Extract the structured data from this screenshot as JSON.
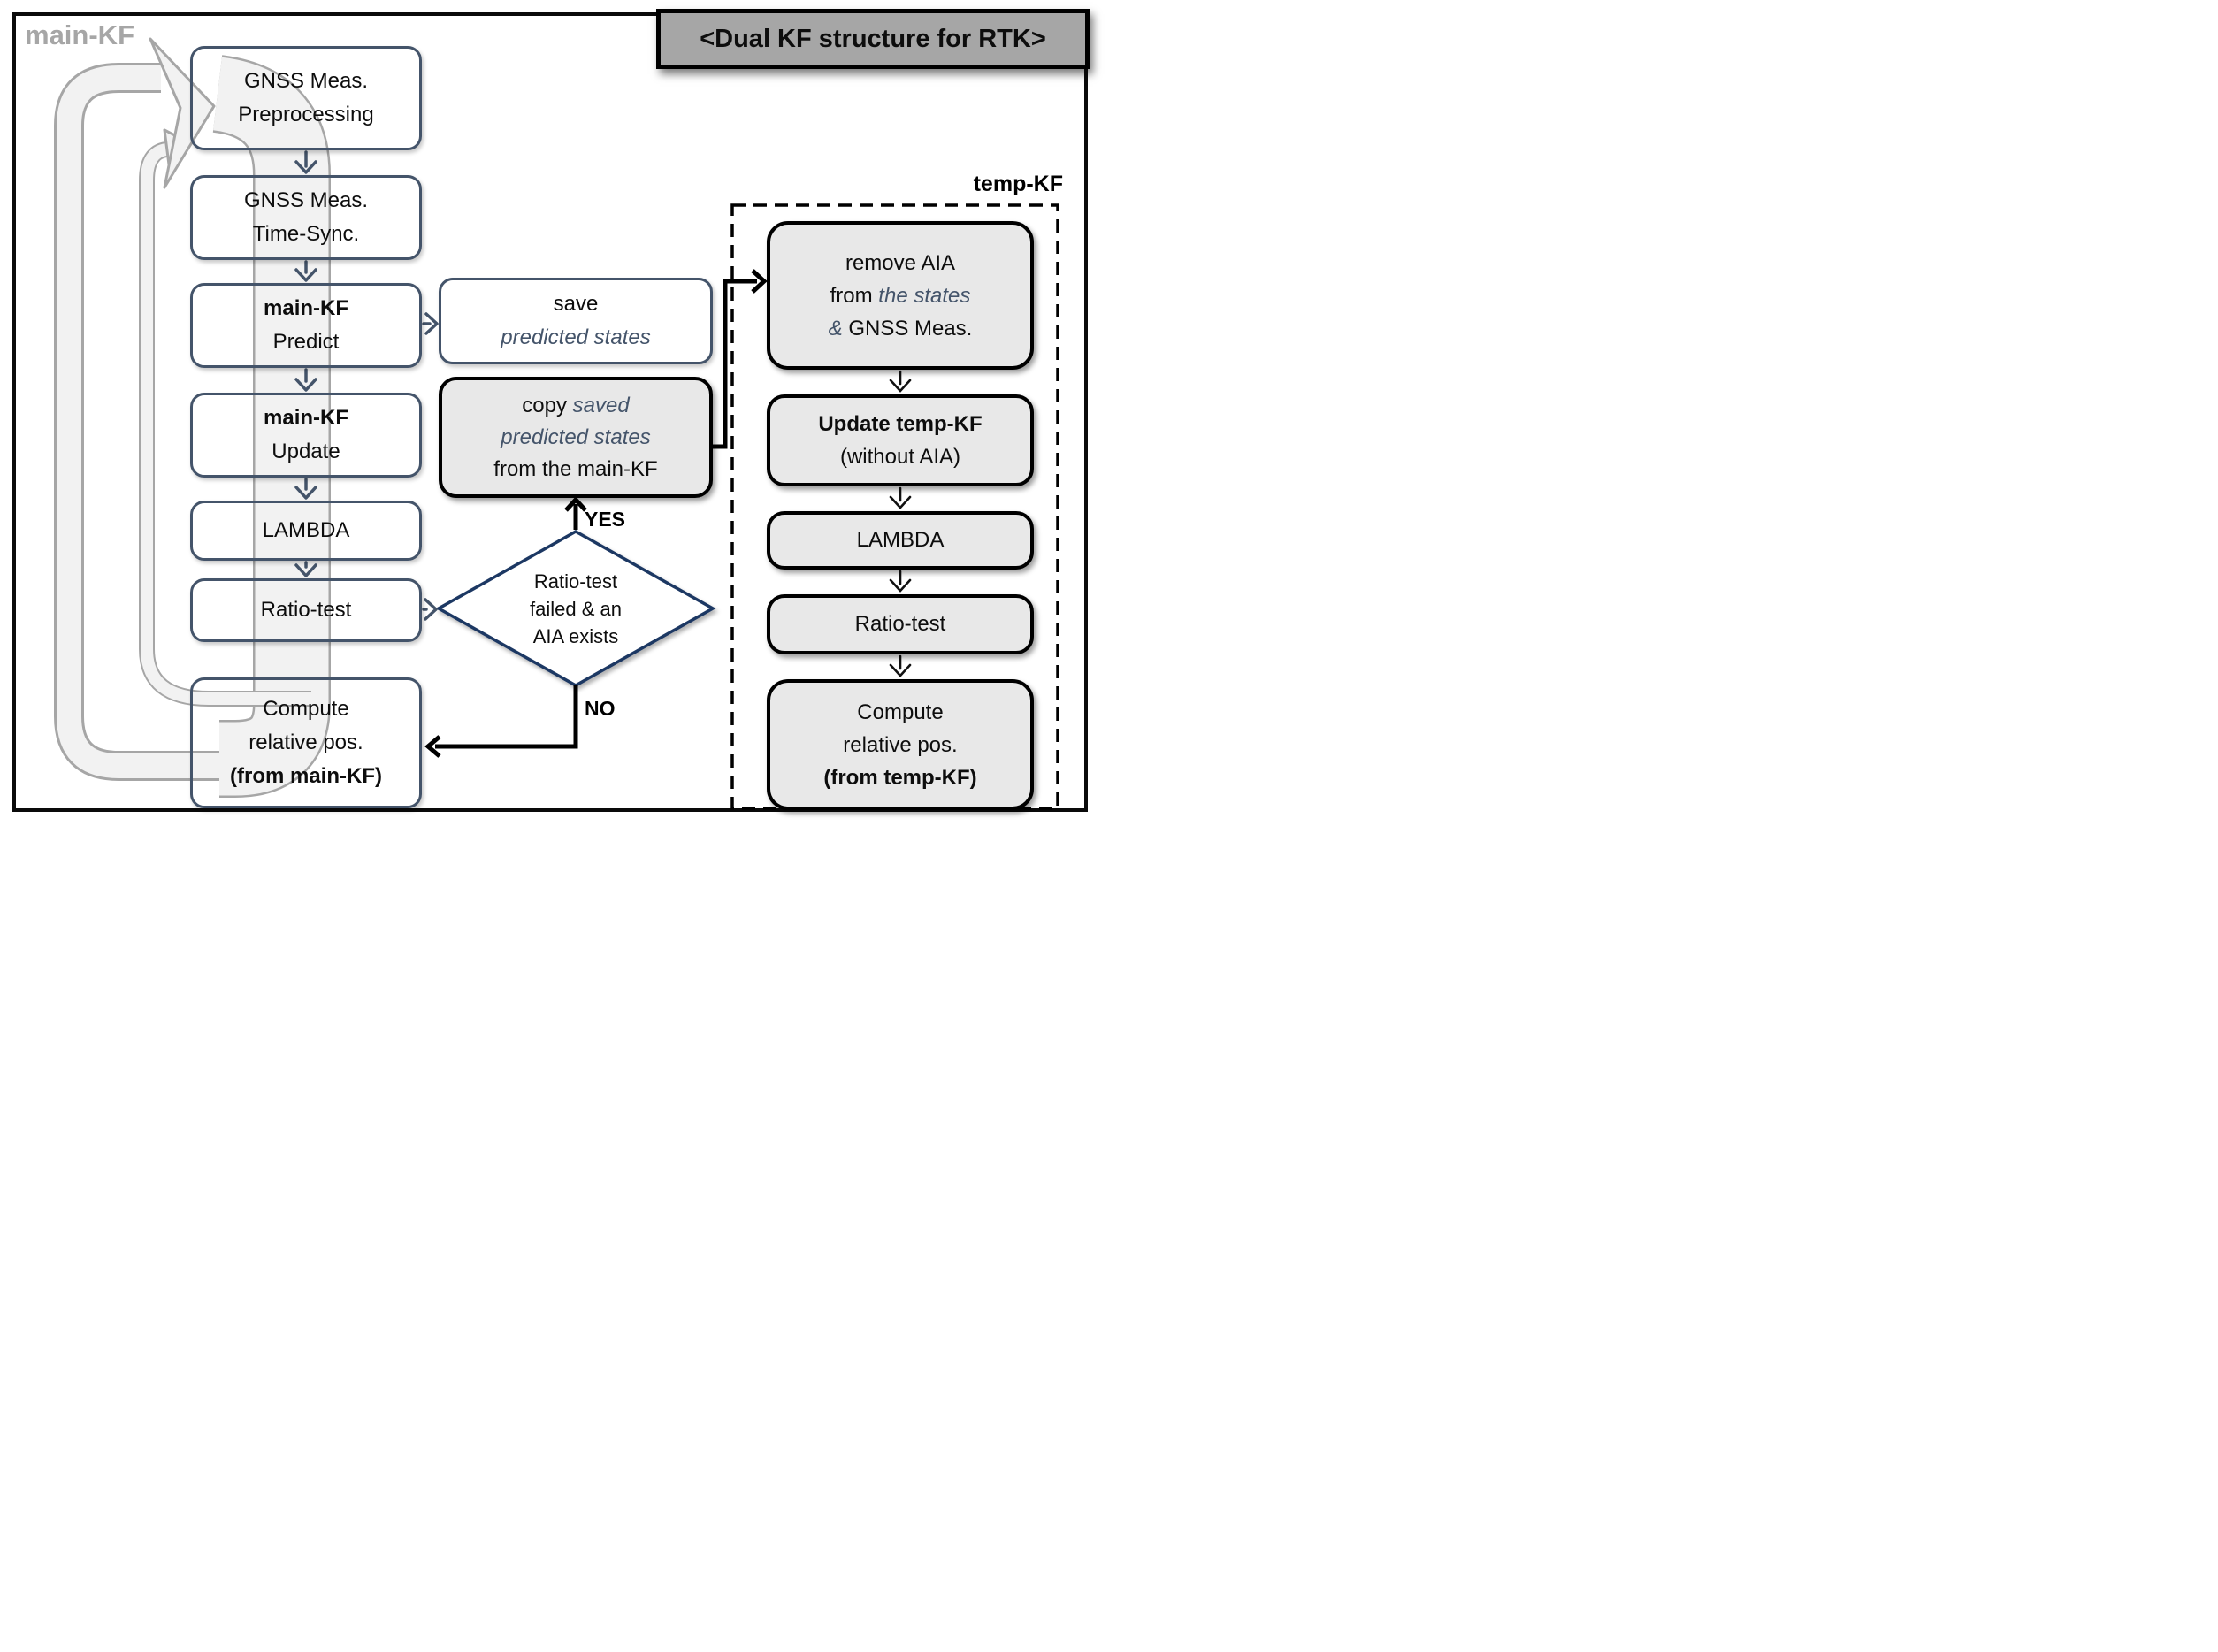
{
  "title": "<Dual KF structure for RTK>",
  "labels": {
    "main_kf": "main-KF",
    "temp_kf": "temp-KF",
    "yes": "YES",
    "no": "NO"
  },
  "main_flow": {
    "preprocessing": {
      "line1": "GNSS Meas.",
      "line2": "Preprocessing"
    },
    "time_sync": {
      "line1": "GNSS Meas.",
      "line2": "Time-Sync."
    },
    "predict": {
      "line1": "main-KF",
      "line2": "Predict"
    },
    "update": {
      "line1": "main-KF",
      "line2": "Update"
    },
    "lambda": {
      "line1": "LAMBDA"
    },
    "ratio_test": {
      "line1": "Ratio-test"
    },
    "compute": {
      "line1": "Compute",
      "line2": "relative pos.",
      "line3": "(from main-KF)"
    }
  },
  "middle": {
    "save": {
      "line1": "save",
      "line2": "predicted states"
    },
    "copy": {
      "line1_plain": "copy ",
      "line1_em": "saved",
      "line2_em": "predicted states",
      "line3": "from the main-KF"
    },
    "decision": {
      "line1": "Ratio-test",
      "line2": "failed & an",
      "line3": "AIA exists"
    }
  },
  "temp_flow": {
    "remove_aia": {
      "line1": "remove AIA",
      "line2_plain": "from ",
      "line2_em": "the states",
      "line3_em": "& ",
      "line3_plain": "GNSS Meas."
    },
    "update_temp": {
      "line1": "Update temp-KF",
      "line2": "(without AIA)"
    },
    "lambda": {
      "line1": "LAMBDA"
    },
    "ratio_test": {
      "line1": "Ratio-test"
    },
    "compute": {
      "line1": "Compute",
      "line2": "relative pos.",
      "line3": "(from temp-KF)"
    }
  },
  "colors": {
    "slate_border": "#44546A",
    "navy_diamond": "#1F3864",
    "loop_gray": "#A6A6A6",
    "loop_fill": "#F2F2F2",
    "gray_box_fill": "#E8E8E8",
    "title_bg": "#A6A6A6",
    "black": "#000000"
  }
}
